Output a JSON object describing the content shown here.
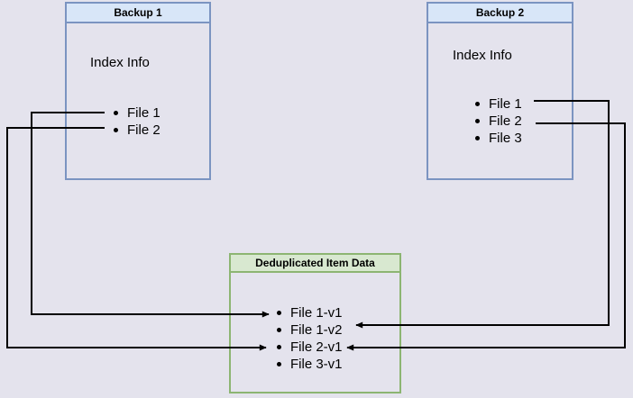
{
  "backup1": {
    "title": "Backup 1",
    "label": "Index Info",
    "items": [
      "File 1",
      "File 2"
    ]
  },
  "backup2": {
    "title": "Backup 2",
    "label": "Index Info",
    "items": [
      "File 1",
      "File 2",
      "File 3"
    ]
  },
  "dedup": {
    "title": "Deduplicated Item Data",
    "items": [
      "File 1-v1",
      "File 1-v2",
      "File 2-v1",
      "File 3-v1"
    ]
  },
  "connections": [
    {
      "from": "Backup 1 / File 1",
      "to": "Deduplicated Item Data / File 1-v1"
    },
    {
      "from": "Backup 1 / File 2",
      "to": "Deduplicated Item Data / File 2-v1"
    },
    {
      "from": "Backup 2 / File 1",
      "to": "Deduplicated Item Data / File 1-v2"
    },
    {
      "from": "Backup 2 / File 2",
      "to": "Deduplicated Item Data / File 2-v1"
    }
  ],
  "colors": {
    "background": "#e4e3ed",
    "blue_fill": "#d8e6f8",
    "blue_border": "#7b94c1",
    "green_fill": "#d8e8d0",
    "green_border": "#8cb572",
    "line": "#000000"
  }
}
